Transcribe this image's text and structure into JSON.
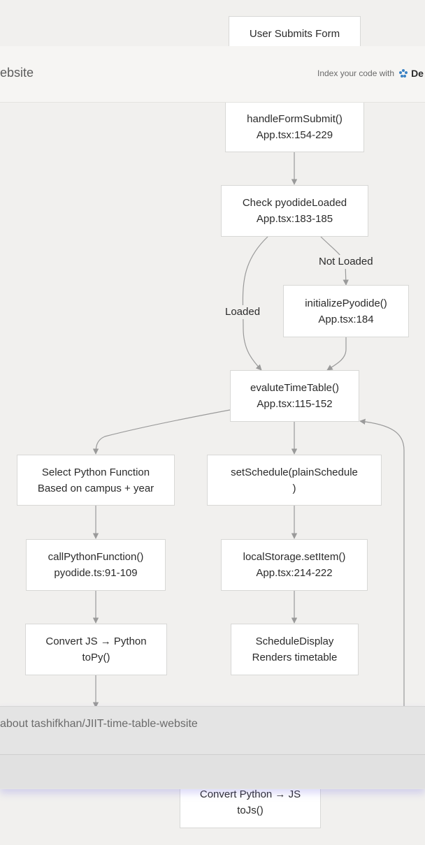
{
  "header": {
    "title_fragment": "ebsite",
    "promo_text": "Index your code with",
    "brand_fragment": "De"
  },
  "ask": {
    "prompt_fragment": "about tashifkhan/JIIT-time-table-website"
  },
  "diagram": {
    "nodes": [
      {
        "id": "submit",
        "line1": "User Submits Form",
        "line2": ""
      },
      {
        "id": "handle",
        "line1": "handleFormSubmit()",
        "line2": "App.tsx:154-229"
      },
      {
        "id": "check",
        "line1": "Check pyodideLoaded",
        "line2": "App.tsx:183-185"
      },
      {
        "id": "init",
        "line1": "initializePyodide()",
        "line2": "App.tsx:184"
      },
      {
        "id": "evaluate",
        "line1": "evaluteTimeTable()",
        "line2": "App.tsx:115-152"
      },
      {
        "id": "select",
        "line1": "Select Python Function",
        "line2": "Based on campus + year"
      },
      {
        "id": "setschedule",
        "line1": "setSchedule(plainSchedule",
        "line2": ")"
      },
      {
        "id": "callpy",
        "line1": "callPythonFunction()",
        "line2": "pyodide.ts:91-109"
      },
      {
        "id": "storage",
        "line1": "localStorage.setItem()",
        "line2": "App.tsx:214-222"
      },
      {
        "id": "convert1",
        "line1": "Convert JS → Python",
        "line2": "toPy()"
      },
      {
        "id": "display",
        "line1": "ScheduleDisplay",
        "line2": "Renders timetable"
      },
      {
        "id": "convert2",
        "line1": "Convert Python → JS",
        "line2": "toJs()"
      }
    ],
    "edge_labels": {
      "not_loaded": "Not Loaded",
      "loaded": "Loaded"
    }
  },
  "colors": {
    "background": "#f1f0ee",
    "node_fill": "#ffffff",
    "node_border": "#d8d8d6",
    "edge": "#9a9a9a",
    "brand_icon": "#3b82c4"
  }
}
